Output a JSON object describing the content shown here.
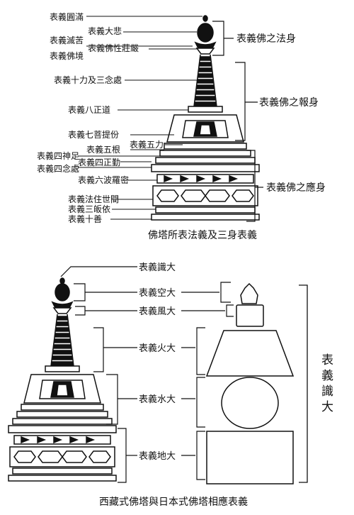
{
  "top_diagram": {
    "left_labels": {
      "circle_complete": "表義圓滿",
      "great_compassion": "表義大悲",
      "extinguish_suffering": "表義滅苦",
      "buddha_realm": "表義佛境",
      "buddha_nature": "表義佛性莊嚴",
      "ten_powers": "表義十力及三念處",
      "eightfold_path": "表義八正道",
      "seven_factors": "表義七菩提份",
      "five_roots": "表義五根",
      "five_powers": "表義五力",
      "four_bases": "表義四神足",
      "four_efforts": "表義四正勤",
      "four_mindfulness": "表義四念處",
      "six_paramitas": "表義六波羅密",
      "dharma_world": "表義法住世間",
      "three_refuges": "表義三皈依",
      "ten_virtues": "表義十善"
    },
    "right_labels": {
      "dharmakaya": "表義佛之法身",
      "sambhogakaya": "表義佛之報身",
      "nirmanakaya": "表義佛之應身"
    },
    "caption": "佛塔所表法義及三身表義"
  },
  "bottom_diagram": {
    "labels": {
      "consciousness": "表義識大",
      "space": "表義空大",
      "wind": "表義風大",
      "fire": "表義火大",
      "water": "表義水大",
      "earth": "表義地大"
    },
    "right_vertical": [
      "表",
      "義",
      "識",
      "大"
    ],
    "caption": "西藏式佛塔與日本式佛塔相應表義"
  }
}
